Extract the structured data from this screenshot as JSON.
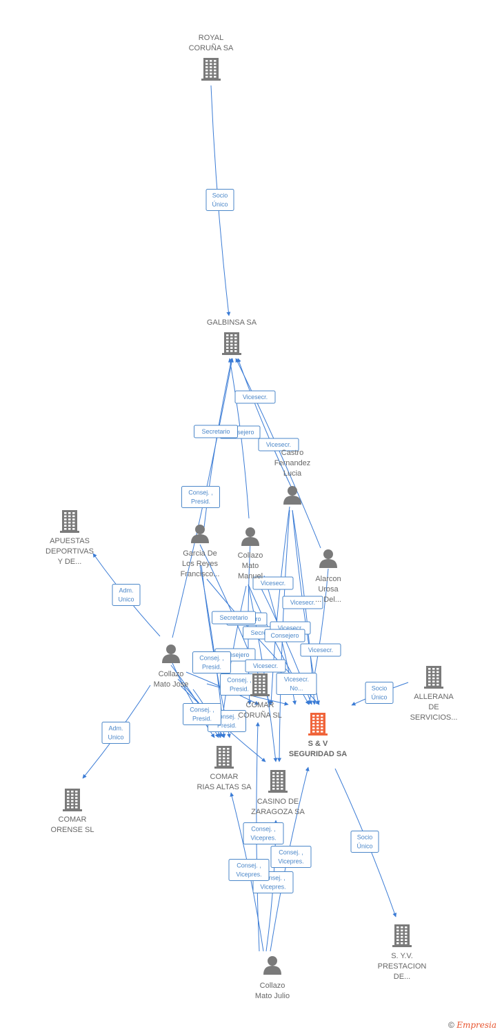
{
  "nodes": [
    {
      "id": "royal",
      "type": "company",
      "lines": [
        "ROYAL",
        "CORUÑA SA"
      ]
    },
    {
      "id": "galbinsa",
      "type": "company",
      "lines": [
        "GALBINSA SA"
      ]
    },
    {
      "id": "castro",
      "type": "person",
      "lines": [
        "Castro",
        "Fernandez",
        "Lucia"
      ]
    },
    {
      "id": "apuestas",
      "type": "company",
      "lines": [
        "APUESTAS",
        "DEPORTIVAS",
        "Y DE..."
      ]
    },
    {
      "id": "garcia",
      "type": "person",
      "lines": [
        "Garcia De",
        "Los Reyes",
        "Francisco..."
      ]
    },
    {
      "id": "manuel",
      "type": "person",
      "lines": [
        "Collazo",
        "Mato",
        "Manuel"
      ]
    },
    {
      "id": "alarcon",
      "type": "person",
      "lines": [
        "Alarcon",
        "Urosa",
        "... Del..."
      ]
    },
    {
      "id": "jose",
      "type": "person",
      "lines": [
        "Collazo",
        "Mato Jose"
      ]
    },
    {
      "id": "comarcoruna",
      "type": "company",
      "lines": [
        "COMAR",
        "CORUÑA SL"
      ]
    },
    {
      "id": "allerana",
      "type": "company",
      "lines": [
        "ALLERANA",
        "DE",
        "SERVICIOS..."
      ]
    },
    {
      "id": "sv",
      "type": "company",
      "main": true,
      "lines": [
        "S & V",
        "SEGURIDAD SA"
      ]
    },
    {
      "id": "rias",
      "type": "company",
      "lines": [
        "COMAR",
        "RIAS ALTAS SA"
      ]
    },
    {
      "id": "casino",
      "type": "company",
      "lines": [
        "CASINO DE",
        "ZARAGOZA SA"
      ]
    },
    {
      "id": "orense",
      "type": "company",
      "lines": [
        "COMAR",
        "ORENSE SL"
      ]
    },
    {
      "id": "syv",
      "type": "company",
      "lines": [
        "S. Y.V.",
        "PRESTACION",
        "DE..."
      ]
    },
    {
      "id": "julio",
      "type": "person",
      "lines": [
        "Collazo",
        "Mato Julio"
      ]
    }
  ],
  "badges": [
    {
      "lines": [
        "Socio",
        "Único"
      ]
    },
    {
      "lines": [
        "Vicesecr."
      ]
    },
    {
      "lines": [
        "Consejero"
      ]
    },
    {
      "lines": [
        "Secretario"
      ]
    },
    {
      "lines": [
        "Vicesecr."
      ]
    },
    {
      "lines": [
        "Consej. ,",
        "Presid."
      ]
    },
    {
      "lines": [
        "Adm.",
        "Unico"
      ]
    },
    {
      "lines": [
        "Vicesecr."
      ]
    },
    {
      "lines": [
        "Vicesecr."
      ]
    },
    {
      "lines": [
        "Consejero"
      ]
    },
    {
      "lines": [
        "Secretario"
      ]
    },
    {
      "lines": [
        "Secretario"
      ]
    },
    {
      "lines": [
        "Vicesecr."
      ]
    },
    {
      "lines": [
        "Consejero"
      ]
    },
    {
      "lines": [
        "Vicesecr."
      ]
    },
    {
      "lines": [
        "Consejero"
      ]
    },
    {
      "lines": [
        "Consej. ,",
        "Presid."
      ]
    },
    {
      "lines": [
        "Vicesecr."
      ]
    },
    {
      "lines": [
        "Consej. ,",
        "Presid."
      ]
    },
    {
      "lines": [
        "Vicesecr.",
        "No..."
      ]
    },
    {
      "lines": [
        "Socio",
        "Único"
      ]
    },
    {
      "lines": [
        "Consej. ,",
        "Presid."
      ]
    },
    {
      "lines": [
        "Consej. ,",
        "Presid."
      ]
    },
    {
      "lines": [
        "Adm.",
        "Unico"
      ]
    },
    {
      "lines": [
        "Socio",
        "Único"
      ]
    },
    {
      "lines": [
        "Consej. ,",
        "Vicepres."
      ]
    },
    {
      "lines": [
        "Consej. ,",
        "Vicepres."
      ]
    },
    {
      "lines": [
        "Consej. ,",
        "Vicepres."
      ]
    },
    {
      "lines": [
        "Consej. ,",
        "Vicepres."
      ]
    }
  ],
  "colors": {
    "edge": "#3a7bd5",
    "badge_border": "#4a86c8",
    "badge_text": "#4a86c8",
    "icon": "#7a7a7a",
    "main_icon": "#f0643a",
    "label": "#666666"
  },
  "footer": {
    "copyright": "©",
    "brand": "Empresia"
  }
}
